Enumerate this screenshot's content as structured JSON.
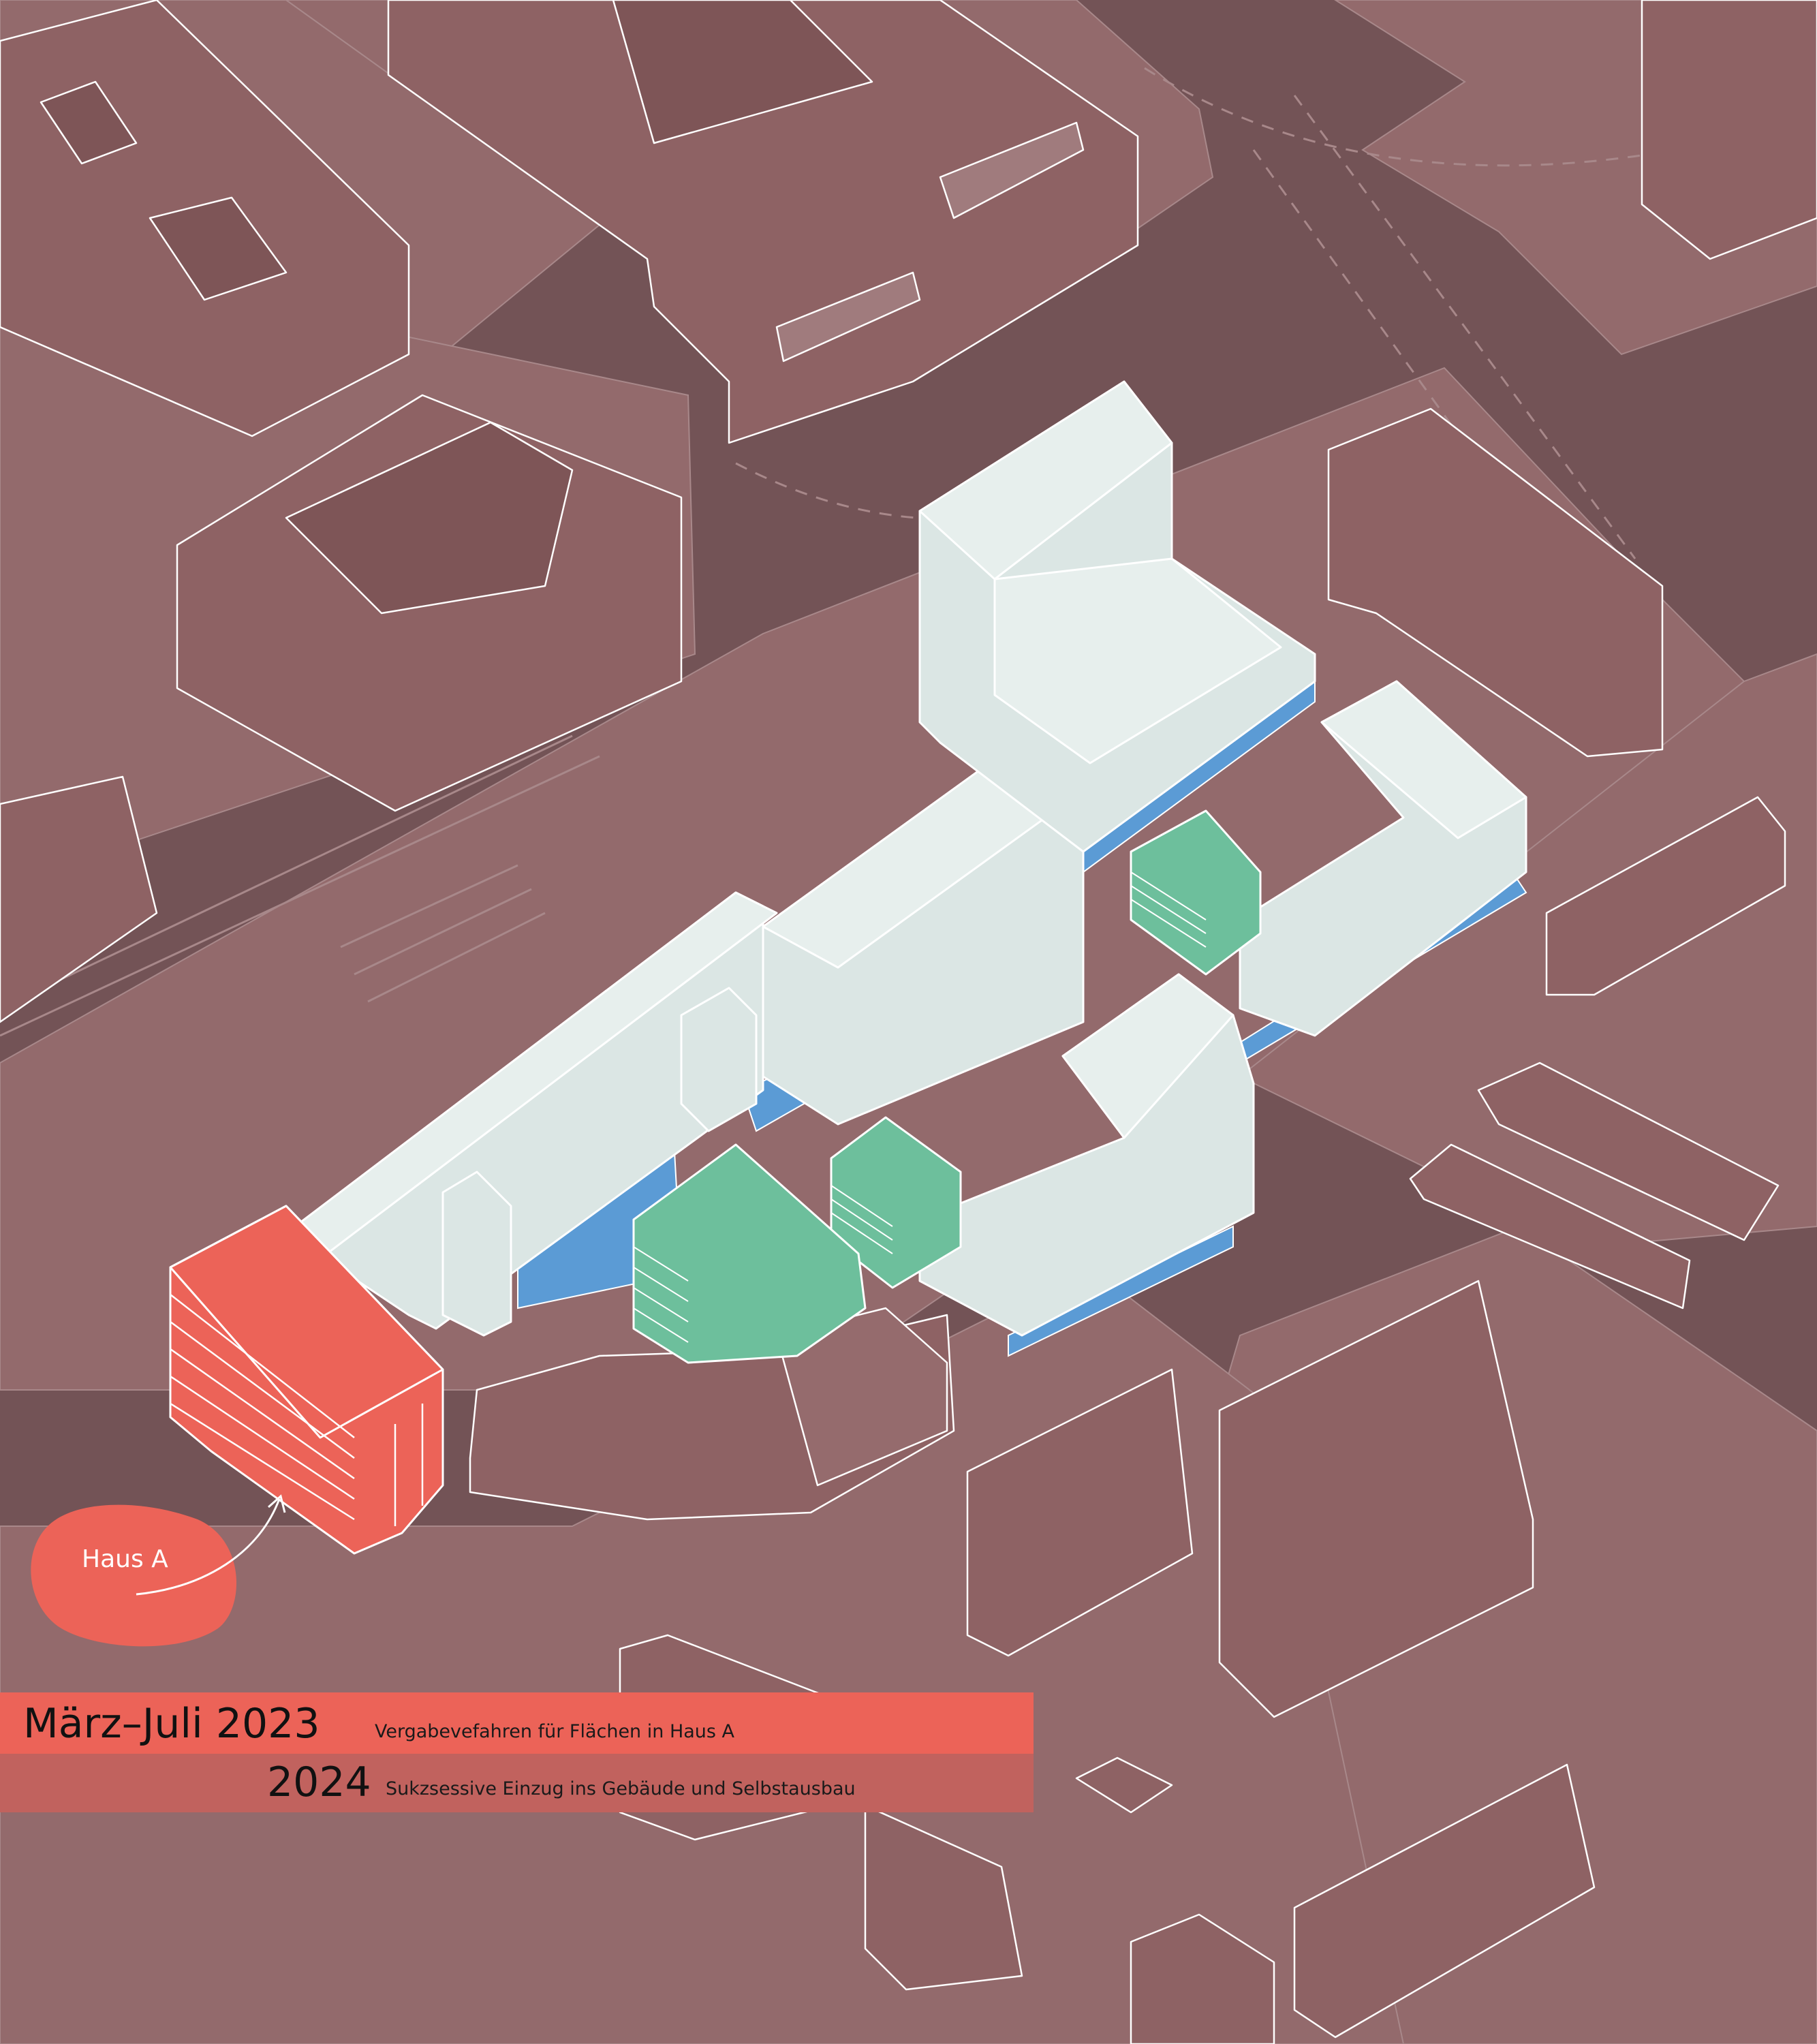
{
  "legend": {
    "haus_label": "Haus A"
  },
  "timeline": [
    {
      "title": "März–Juli 2023",
      "description": "Vergabevefahren für Flächen in Haus A"
    },
    {
      "title": "2024",
      "description": "Sukzsessive Einzug ins Gebäude und Selbstausbau"
    }
  ],
  "colors": {
    "background": "#735356",
    "block": "#936a6c",
    "building": "#8e6264",
    "new_building": "#dbe6e4",
    "green_building": "#6dbf9c",
    "blue_base": "#5b9bd5",
    "haus_a": "#ec6358",
    "band_primary": "#ec6358",
    "band_secondary": "#c1625e"
  }
}
